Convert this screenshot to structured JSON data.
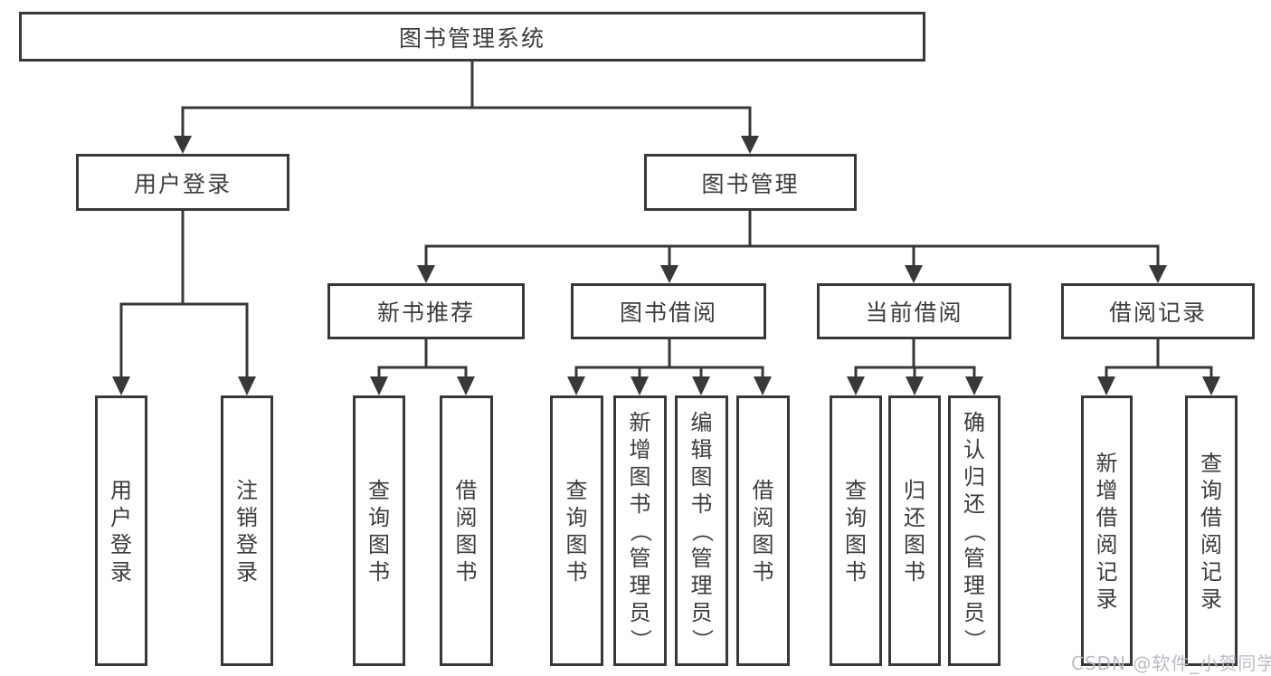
{
  "tree": {
    "root": "图书管理系统",
    "branches": [
      {
        "label": "用户登录",
        "leaves": [
          "用户登录",
          "注销登录"
        ]
      },
      {
        "label": "图书管理",
        "groups": [
          {
            "label": "新书推荐",
            "leaves": [
              "查询图书",
              "借阅图书"
            ]
          },
          {
            "label": "图书借阅",
            "leaves": [
              "查询图书",
              "新增图书（管理员）",
              "编辑图书（管理员）",
              "借阅图书"
            ]
          },
          {
            "label": "当前借阅",
            "leaves": [
              "查询图书",
              "归还图书",
              "确认归还（管理员）"
            ]
          },
          {
            "label": "借阅记录",
            "leaves": [
              "新增借阅记录",
              "查询借阅记录"
            ]
          }
        ]
      }
    ]
  },
  "watermark": {
    "text": "CSDN @软件_小贺同学"
  },
  "colors": {
    "line": "#383838",
    "text": "#3c3c3c",
    "box_background": "#ffffff",
    "watermark": "#b7bac0",
    "page_background": "#ffffff"
  }
}
